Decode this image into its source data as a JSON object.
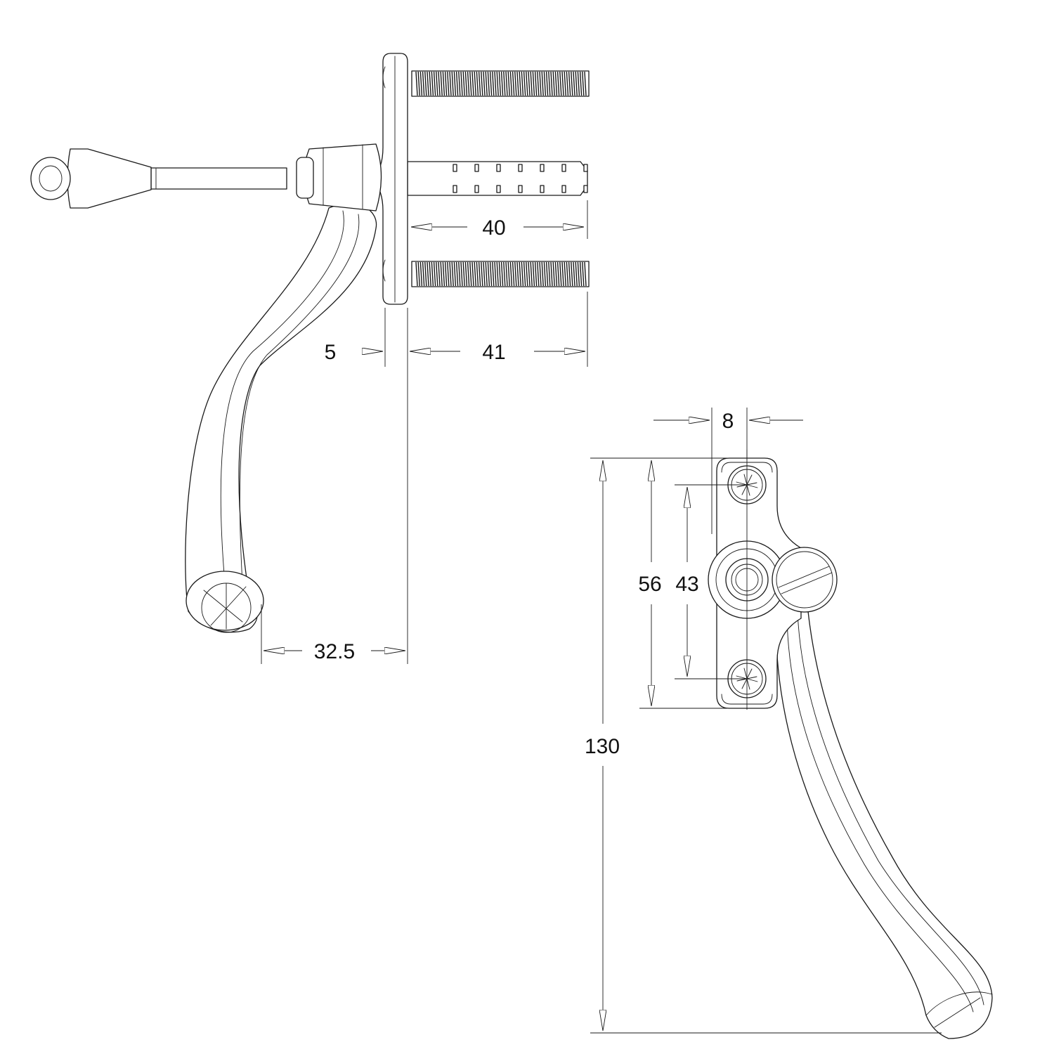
{
  "side_view": {
    "dimensions": {
      "dowel_length": "40",
      "plate_thickness": "5",
      "screw_length": "41",
      "handle_offset": "32.5"
    }
  },
  "front_view": {
    "dimensions": {
      "plate_width": "8",
      "plate_height": "56",
      "screw_centres": "43",
      "overall_length": "130"
    }
  },
  "colors": {
    "line": "#1a1a1a",
    "paper": "#ffffff"
  }
}
